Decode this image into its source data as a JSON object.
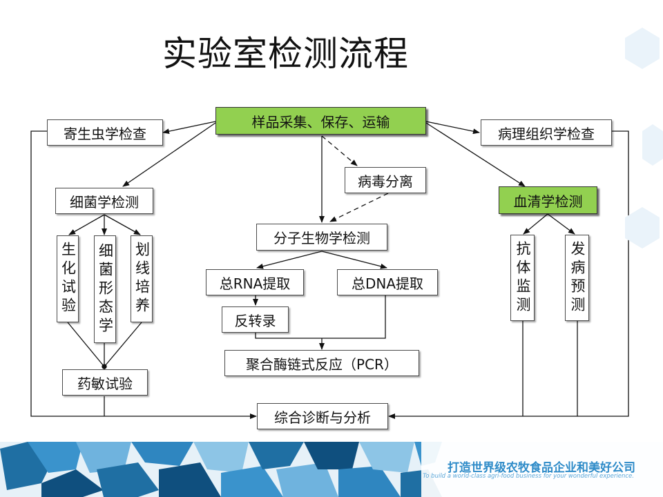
{
  "title": "实验室检测流程",
  "nodes": {
    "sample": "样品采集、保存、运输",
    "parasite": "寄生虫学检查",
    "pathology": "病理组织学检查",
    "virus_isolation": "病毒分离",
    "bacteriology": "细菌学检测",
    "serology": "血清学检测",
    "molecular": "分子生物学检测",
    "biochem": "生化试验",
    "morphology": "细菌形态学",
    "streak": "划线培养",
    "antibody": "抗体监测",
    "forecast": "发病预测",
    "rna": "总RNA提取",
    "dna": "总DNA提取",
    "reverse": "反转录",
    "pcr": "聚合酶链式反应（PCR）",
    "drug": "药敏试验",
    "diagnosis": "综合诊断与分析"
  },
  "footer": {
    "tagline": "打造世界级农牧食品企业和美好公司",
    "tagline_en": "To build a world-class agri-food business for your wonderful experience."
  },
  "colors": {
    "highlight": "#92d050",
    "brand_blue": "#2e8bc8"
  }
}
